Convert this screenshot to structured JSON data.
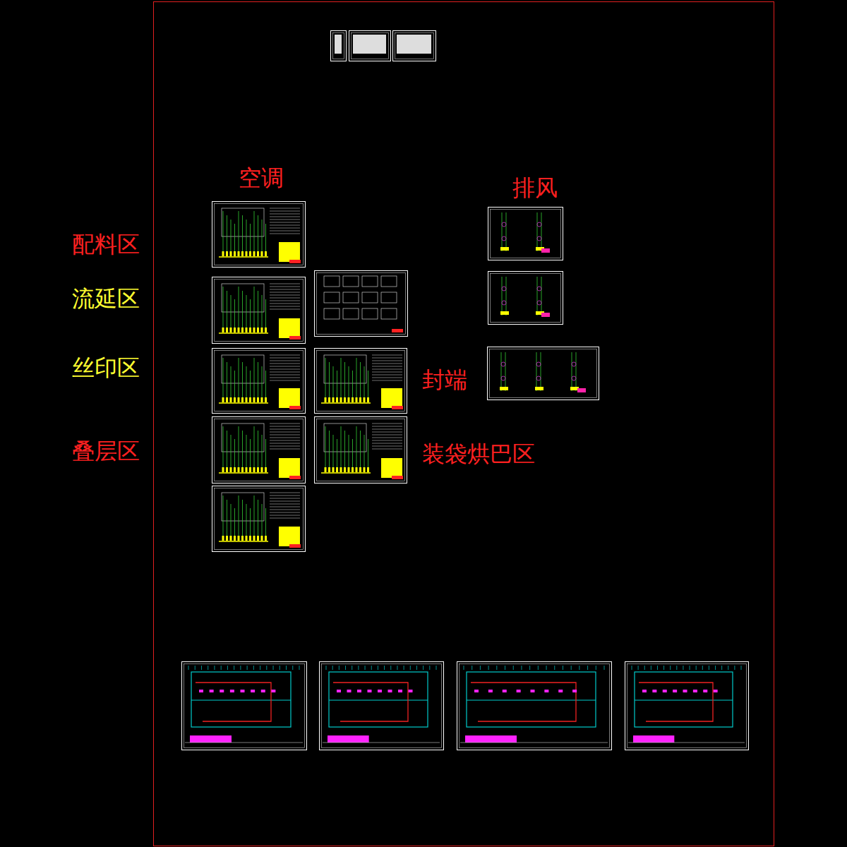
{
  "diagram": {
    "labels": [
      "空调",
      "排风",
      "配料区",
      "流延区",
      "丝印区",
      "叠层区",
      "封端",
      "装袋烘巴区"
    ]
  }
}
